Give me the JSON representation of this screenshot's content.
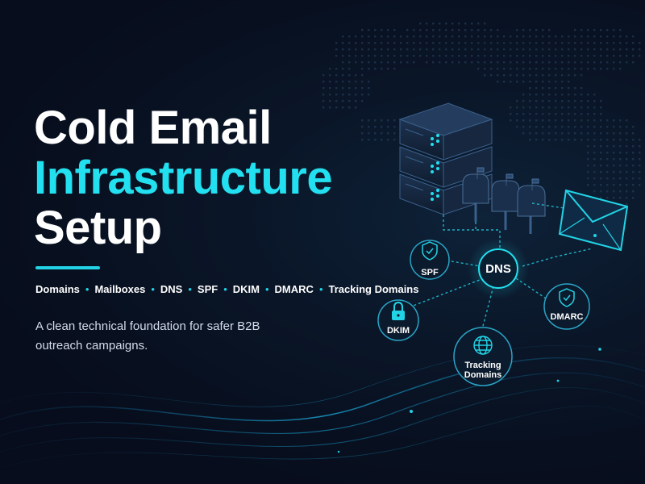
{
  "hero": {
    "title_line1": "Cold Email",
    "title_line2": "Infrastructure",
    "title_line3": "Setup",
    "subtitle": "A clean technical foundation for safer B2B outreach campaigns."
  },
  "tags": [
    "Domains",
    "Mailboxes",
    "DNS",
    "SPF",
    "DKIM",
    "DMARC",
    "Tracking Domains"
  ],
  "nodes": {
    "dns": "DNS",
    "spf": "SPF",
    "dkim": "DKIM",
    "dmarc": "DMARC",
    "tracking_line1": "Tracking",
    "tracking_line2": "Domains"
  },
  "icons": {
    "server": "server-rack-icon",
    "mailbox": "mailbox-icon",
    "envelope": "envelope-icon",
    "spf": "shield-check-icon",
    "dkim": "padlock-icon",
    "dmarc": "shield-check-icon",
    "tracking": "globe-icon"
  },
  "colors": {
    "background": "#070d1c",
    "accent": "#22e0f0",
    "text": "#ffffff",
    "muted_text": "#d4dceb"
  }
}
